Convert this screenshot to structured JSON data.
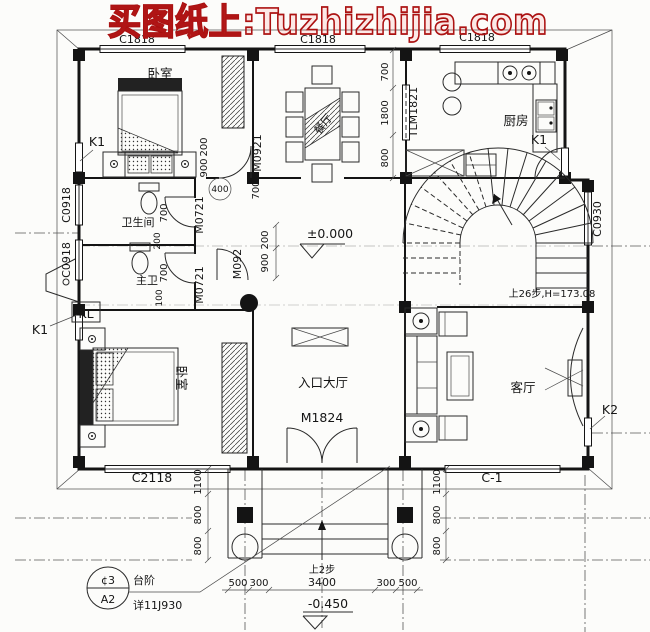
{
  "watermark": {
    "text": "买图纸上:Tuzhizhijia.com",
    "color": "#a81010"
  },
  "rooms": {
    "bedroom_top": "卧室",
    "dining": "餐厅",
    "kitchen": "厨房",
    "bathroom": "卫生间",
    "master_bath": "主卫",
    "bedroom_bottom": "卧室",
    "entry_hall": "入口大厅",
    "living_room": "客厅"
  },
  "windows": {
    "c1818_left": "C1818",
    "c1818_mid": "C1818",
    "c1818_right": "C1818",
    "c0918_upper": "C0918",
    "c0918_lower": "C0918",
    "c0930": "C0930",
    "c2118": "C2118",
    "c_1": "C-1"
  },
  "doors": {
    "m0921": "M0921",
    "m0721_upper": "M0721",
    "m0721_lower": "M0721",
    "m092": "M092",
    "m1824": "M1824",
    "tlm1821": "TLM1821"
  },
  "marks": {
    "k1_top": "K1",
    "k1_left": "K1",
    "k1_kitchen": "K1",
    "k2": "K2",
    "kl": "KL"
  },
  "levels": {
    "ground": "±0.000",
    "porch": "-0.450"
  },
  "stairs": {
    "note": "上26步,H=173.08",
    "porch_note": "上2步"
  },
  "dims": {
    "right_top": [
      "700",
      "1800",
      "800"
    ],
    "corridor_upper": [
      "200",
      "900"
    ],
    "circled": "400",
    "hall_door": "700",
    "hall_left": [
      "200",
      "900"
    ],
    "bath": [
      "700",
      "200",
      "700",
      "100"
    ],
    "porch_left": [
      "1100",
      "800",
      "800"
    ],
    "porch_right": [
      "1100",
      "800",
      "800"
    ],
    "bottom": [
      "500",
      "300",
      "3400",
      "300",
      "500"
    ]
  },
  "detail_bubble": {
    "top": "¢3",
    "bottom": "A2",
    "title": "台阶",
    "ref": "详11J930"
  }
}
